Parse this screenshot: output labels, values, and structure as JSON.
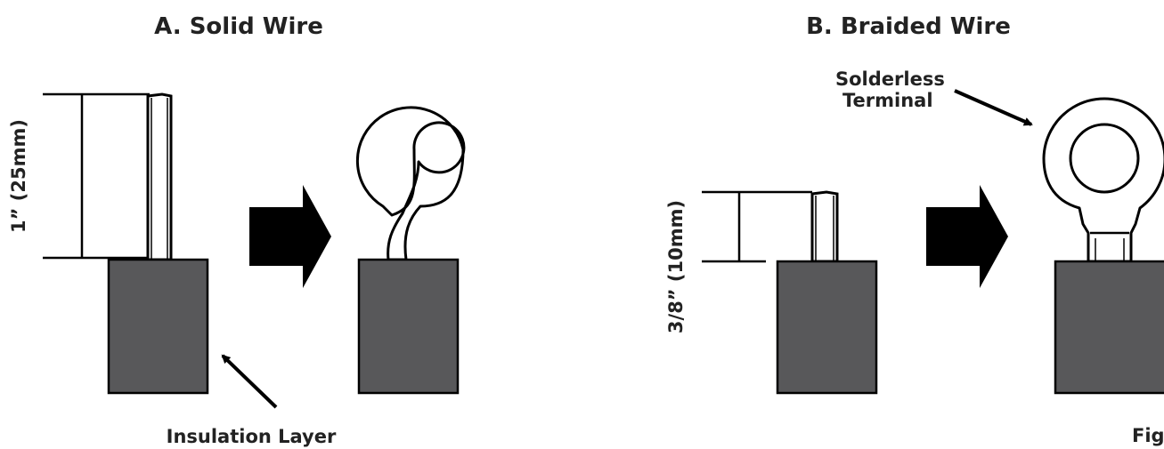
{
  "panel_a": {
    "title": "A. Solid Wire",
    "dimension": "1” (25mm)",
    "insulation_label": "Insulation Layer"
  },
  "panel_b": {
    "title": "B. Braided Wire",
    "dimension": "3/8” (10mm)",
    "terminal_label_line1": "Solderless",
    "terminal_label_line2": "Terminal"
  },
  "figure_label": "Fig",
  "colors": {
    "insulation": "#58585a",
    "outline": "#000000",
    "wire": "#ffffff"
  }
}
